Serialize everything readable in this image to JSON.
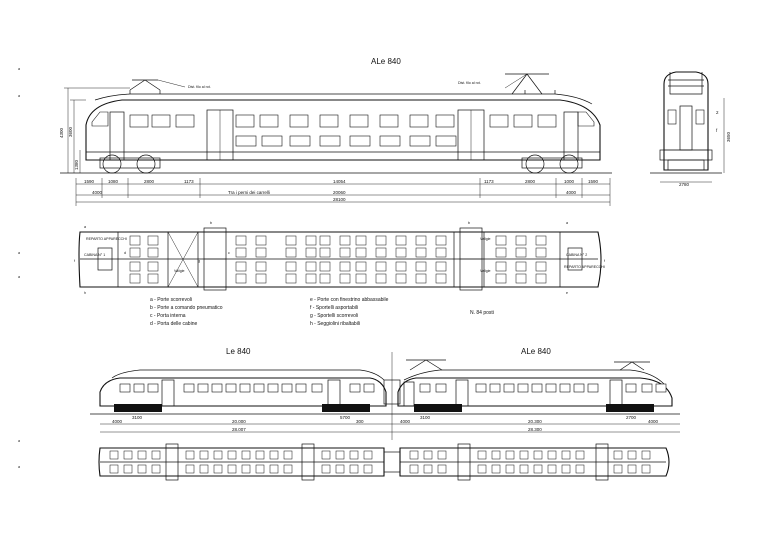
{
  "titles": {
    "top": "ALe 840",
    "bottom_left": "Le 840",
    "bottom_right": "ALe 840"
  },
  "pantograph_notes": {
    "left": "Dist. filo al rot.",
    "right": "Dist. filo al rot."
  },
  "side_dims": {
    "height_total": "4300",
    "height_body": "3600",
    "height_floor": "1380",
    "segments": [
      "1590",
      "1080",
      "2800",
      "1173",
      "14054",
      "1173",
      "2800",
      "1000",
      "1590"
    ],
    "bogie_left": "4000",
    "bogie_right": "4000",
    "pivots_label": "Tra i perni dei carrelli",
    "pivots": "20060",
    "overall": "28100"
  },
  "end_view_dims": {
    "height": "3650",
    "width": "2780",
    "mark_2": "2",
    "mark_f": "f"
  },
  "plan_labels": {
    "cab_left": "CABINA N° 1",
    "cab_right": "CABINA N° 2",
    "luggage_left": "Valigie",
    "luggage_right_a": "Valigie",
    "luggage_right_b": "Valigie",
    "compartment_left": "REPARTO APPARECCHI",
    "compartment_right": "REPARTO APPARECCHI",
    "letter_a1": "a",
    "letter_b1": "b",
    "letter_b2": "b",
    "letter_a2": "a",
    "letter_c1": "c",
    "letter_d1": "d",
    "letter_g1": "g",
    "letter_f1": "f",
    "letter_f2": "f",
    "letter_h1": "h",
    "letter_e1": "e"
  },
  "legend": {
    "col1": [
      "a - Porte scorrevoli",
      "b - Porte a comando pneumatico",
      "c - Porta interna",
      "d - Porta delle cabine"
    ],
    "col2": [
      "e - Porte con finestrino abbassabile",
      "f - Sportelli asportabili",
      "g - Sportelli scorrevoli",
      "h - Seggiolini ribaltabili"
    ],
    "seats": "N. 84 posti"
  },
  "train_dims": {
    "le_bogie": "4000",
    "le_gap": "3100",
    "le_pivots": "20.000",
    "le_overhang": "300",
    "le_total": "28.007",
    "coupler": "5700",
    "ale_bogie_l": "4000",
    "ale_gap_l": "3100",
    "ale_pivots": "20.300",
    "ale_total": "28.300",
    "ale_bogie_r": "2700",
    "ale_end": "4000"
  },
  "side_margin_marks": [
    "a",
    "a",
    "a",
    "a",
    "a",
    "a"
  ]
}
